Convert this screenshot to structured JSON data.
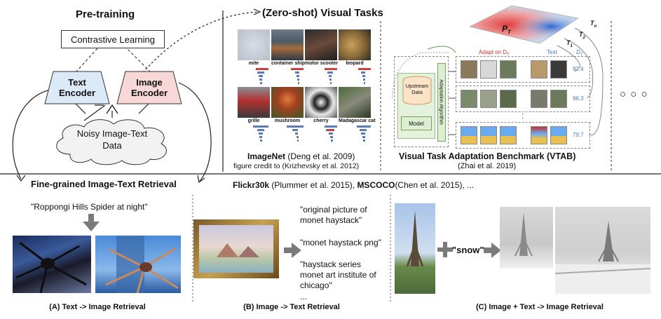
{
  "pretraining": {
    "title": "Pre-training",
    "contrastive": "Contrastive Learning",
    "text_encoder": "Text\nEncoder",
    "image_encoder": "Image\nEncoder",
    "noisy_data": "Noisy Image-Text\nData"
  },
  "zeroshot": {
    "title": "(Zero-shot) Visual Tasks",
    "imagenet_title": "ImageNet",
    "imagenet_cite": " (Deng et al. 2009)",
    "imagenet_credit": "figure credit to (Krizhevsky et al. 2012)",
    "imagenet_classes": [
      "mite",
      "container ship",
      "motor scooter",
      "leopard",
      "grille",
      "mushroom",
      "cherry",
      "Madagascar cat"
    ],
    "vtab_title": "Visual Task Adaptation Benchmark (VTAB)",
    "vtab_cite": "(Zhai et al. 2019)",
    "vtab_adapt": "Adapt on D",
    "vtab_adapt_sub": "T",
    "vtab_test": "Test",
    "vtab_upstream": "Upstream\nData",
    "vtab_model": "Model",
    "vtab_algo": "Adaptation Algorithm",
    "vtab_scores": [
      "92.4",
      "96.3",
      "79.7"
    ],
    "vtab_p": "P",
    "vtab_p_sub": "T",
    "vtab_t_labels": [
      "T",
      "T",
      "T"
    ],
    "vtab_t_subs": [
      "n",
      "2",
      "1"
    ],
    "vtab_d": "D",
    "vtab_d_sub": "T",
    "ellipsis": "○ ○ ○"
  },
  "retrieval": {
    "title": "Fine-grained Image-Text Retrieval",
    "datasets_bold_1": "Flickr30k",
    "datasets_text_1": " (Plummer et al. 2015), ",
    "datasets_bold_2": "MSCOCO",
    "datasets_text_2": "(Chen et al. 2015), ...",
    "a_query": "\"Roppongi Hills Spider at night\"",
    "a_caption": "(A) Text -> Image Retrieval",
    "b_texts": [
      "\"original picture of\nmonet haystack\"",
      "\"monet haystack png\"",
      "\"haystack series\nmonet art institute of\nchicago\"",
      "..."
    ],
    "b_caption": "(B) Image -> Text Retrieval",
    "c_word": "\"snow\"",
    "c_caption": "(C) Image + Text -> Image Retrieval"
  },
  "colors": {
    "text_encoder_fill": "#dce9f7",
    "image_encoder_fill": "#f7d7d7",
    "vtab_green": "#dcefd2",
    "upstream_orange": "#fbe3c8",
    "score_blue": "#4a7ab8",
    "adapt_red": "#d03030"
  }
}
